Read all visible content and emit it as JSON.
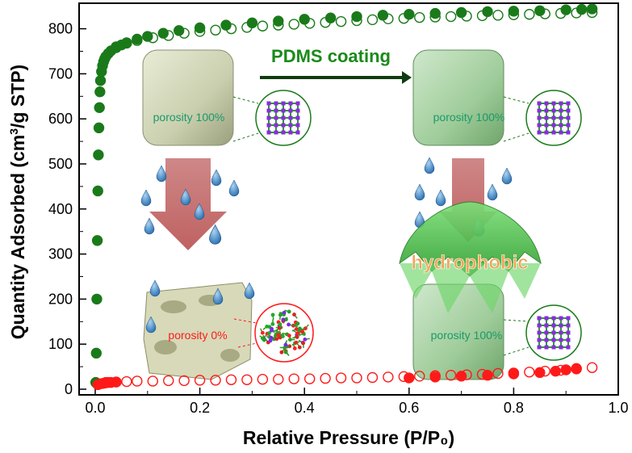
{
  "chart_data": {
    "type": "scatter",
    "xlabel": "Relative Pressure (P/P₀)",
    "ylabel_prefix": "Quantity Adsorbed (cm",
    "ylabel_sup": "3",
    "ylabel_suffix": "/g STP)",
    "xlim": [
      0,
      1.0
    ],
    "ylim": [
      0,
      860
    ],
    "xticks": [
      0.0,
      0.2,
      0.4,
      0.6,
      0.8,
      1.0
    ],
    "xtick_labels": [
      "0.0",
      "0.2",
      "0.4",
      "0.6",
      "0.8",
      "1.0"
    ],
    "yticks": [
      0,
      100,
      200,
      300,
      400,
      500,
      600,
      700,
      800
    ],
    "ytick_labels": [
      "0",
      "100",
      "200",
      "300",
      "400",
      "500",
      "600",
      "700",
      "800"
    ],
    "grid": false,
    "series": [
      {
        "role": "uncoated-adsorption",
        "color": "#1a7a1a",
        "filled": true,
        "points": [
          [
            0.001,
            15
          ],
          [
            0.002,
            80
          ],
          [
            0.003,
            200
          ],
          [
            0.004,
            330
          ],
          [
            0.005,
            440
          ],
          [
            0.006,
            520
          ],
          [
            0.007,
            580
          ],
          [
            0.008,
            625
          ],
          [
            0.009,
            660
          ],
          [
            0.01,
            685
          ],
          [
            0.012,
            705
          ],
          [
            0.014,
            718
          ],
          [
            0.016,
            727
          ],
          [
            0.018,
            733
          ],
          [
            0.02,
            738
          ],
          [
            0.025,
            745
          ],
          [
            0.03,
            751
          ],
          [
            0.04,
            758
          ],
          [
            0.05,
            764
          ],
          [
            0.06,
            769
          ],
          [
            0.08,
            777
          ],
          [
            0.1,
            783
          ],
          [
            0.13,
            790
          ],
          [
            0.16,
            796
          ],
          [
            0.2,
            802
          ],
          [
            0.25,
            808
          ],
          [
            0.3,
            813
          ],
          [
            0.35,
            817
          ],
          [
            0.4,
            821
          ],
          [
            0.45,
            824
          ],
          [
            0.5,
            827
          ],
          [
            0.55,
            830
          ],
          [
            0.6,
            832
          ],
          [
            0.65,
            834
          ],
          [
            0.7,
            836
          ],
          [
            0.75,
            838
          ],
          [
            0.8,
            839
          ],
          [
            0.85,
            840
          ],
          [
            0.9,
            842
          ],
          [
            0.93,
            843
          ],
          [
            0.95,
            844
          ]
        ]
      },
      {
        "role": "uncoated-desorption",
        "color": "#1a7a1a",
        "filled": false,
        "points": [
          [
            0.95,
            836
          ],
          [
            0.92,
            835
          ],
          [
            0.89,
            834
          ],
          [
            0.86,
            833
          ],
          [
            0.83,
            832
          ],
          [
            0.8,
            831
          ],
          [
            0.77,
            830
          ],
          [
            0.74,
            829
          ],
          [
            0.71,
            828
          ],
          [
            0.68,
            827
          ],
          [
            0.65,
            826
          ],
          [
            0.62,
            825
          ],
          [
            0.59,
            823
          ],
          [
            0.56,
            822
          ],
          [
            0.53,
            820
          ],
          [
            0.5,
            818
          ],
          [
            0.47,
            816
          ],
          [
            0.44,
            814
          ],
          [
            0.41,
            812
          ],
          [
            0.38,
            810
          ],
          [
            0.35,
            808
          ],
          [
            0.32,
            806
          ],
          [
            0.29,
            803
          ],
          [
            0.26,
            800
          ],
          [
            0.23,
            797
          ],
          [
            0.2,
            794
          ],
          [
            0.17,
            790
          ],
          [
            0.14,
            785
          ],
          [
            0.11,
            780
          ],
          [
            0.08,
            774
          ],
          [
            0.06,
            768
          ],
          [
            0.04,
            760
          ]
        ]
      },
      {
        "role": "coated-adsorption",
        "color": "#ff1a1a",
        "filled": true,
        "points": [
          [
            0.005,
            10
          ],
          [
            0.01,
            12
          ],
          [
            0.015,
            13
          ],
          [
            0.02,
            14
          ],
          [
            0.025,
            15
          ],
          [
            0.03,
            15
          ],
          [
            0.04,
            16
          ],
          [
            0.6,
            25
          ],
          [
            0.65,
            27
          ],
          [
            0.7,
            29
          ],
          [
            0.75,
            31
          ],
          [
            0.8,
            34
          ],
          [
            0.85,
            37
          ],
          [
            0.88,
            40
          ],
          [
            0.9,
            43
          ],
          [
            0.92,
            46
          ]
        ]
      },
      {
        "role": "coated-desorption",
        "color": "#ff1a1a",
        "filled": false,
        "points": [
          [
            0.95,
            48
          ],
          [
            0.92,
            45
          ],
          [
            0.89,
            42
          ],
          [
            0.86,
            40
          ],
          [
            0.83,
            38
          ],
          [
            0.8,
            36
          ],
          [
            0.77,
            35
          ],
          [
            0.74,
            33
          ],
          [
            0.71,
            32
          ],
          [
            0.68,
            31
          ],
          [
            0.65,
            30
          ],
          [
            0.62,
            29
          ],
          [
            0.59,
            28
          ],
          [
            0.56,
            27
          ],
          [
            0.53,
            26
          ],
          [
            0.5,
            25
          ],
          [
            0.47,
            25
          ],
          [
            0.44,
            24
          ],
          [
            0.41,
            23
          ],
          [
            0.38,
            23
          ],
          [
            0.35,
            22
          ],
          [
            0.32,
            22
          ],
          [
            0.29,
            21
          ],
          [
            0.26,
            21
          ],
          [
            0.23,
            20
          ],
          [
            0.2,
            20
          ],
          [
            0.17,
            19
          ],
          [
            0.14,
            19
          ],
          [
            0.11,
            18
          ],
          [
            0.08,
            18
          ],
          [
            0.06,
            17
          ],
          [
            0.04,
            16
          ],
          [
            0.02,
            15
          ]
        ]
      }
    ],
    "annotations": {
      "coating_label": "PDMS coating",
      "porosity_before": "porosity 100%",
      "porosity_coated_top": "porosity 100%",
      "porosity_after_water": "porosity 0%",
      "porosity_coated_bottom": "porosity 100%",
      "hydrophobic_label": "hydrophobic"
    }
  }
}
